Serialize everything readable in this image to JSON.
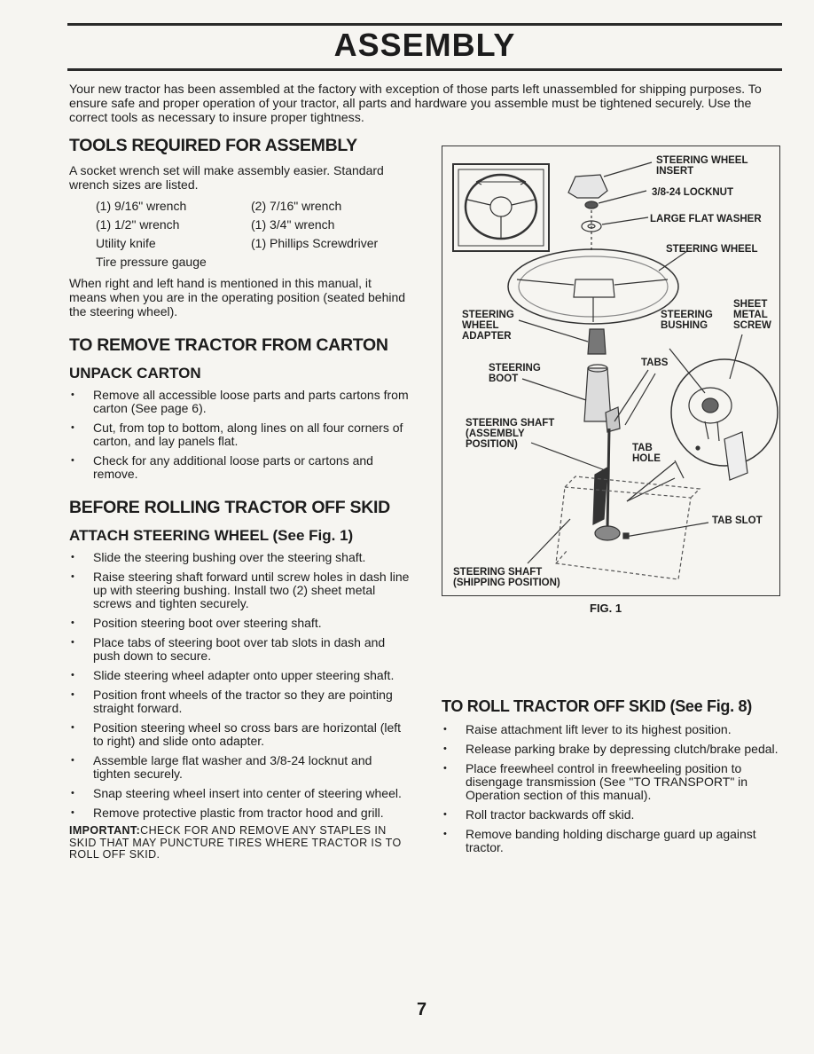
{
  "page_title": "ASSEMBLY",
  "intro": "Your new tractor has been assembled at the factory with exception of those parts left unassembled for shipping purposes. To ensure safe and proper operation of your tractor, all parts and hardware you assemble must be tightened securely. Use the correct tools as necessary to insure proper tightness.",
  "tools_section": {
    "heading": "TOOLS REQUIRED FOR ASSEMBLY",
    "intro": "A socket wrench set will make assembly easier. Standard wrench sizes are listed.",
    "items": [
      "(1) 9/16\" wrench",
      "(2) 7/16\" wrench",
      "(1) 1/2\" wrench",
      "(1) 3/4\" wrench",
      "Utility knife",
      "(1) Phillips Screwdriver",
      "Tire pressure gauge",
      ""
    ],
    "note": "When right and left hand is mentioned in this manual, it means when you are in the operating position (seated behind the steering wheel)."
  },
  "remove_section": {
    "heading": "TO REMOVE TRACTOR FROM CARTON",
    "subheading": "UNPACK CARTON",
    "bullets": [
      "Remove all accessible loose parts and parts cartons from carton (See page 6).",
      "Cut, from top to bottom, along lines on all four corners of carton, and lay panels flat.",
      "Check for any additional loose parts or cartons and remove."
    ]
  },
  "before_section": {
    "heading": "BEFORE ROLLING TRACTOR OFF SKID",
    "subheading": "ATTACH STEERING WHEEL (See Fig. 1)",
    "bullets": [
      "Slide the steering bushing over the steering shaft.",
      "Raise steering shaft forward until screw holes in dash line up with steering bushing. Install two (2) sheet metal screws and tighten securely.",
      "Position steering boot over steering shaft.",
      "Place tabs of steering boot over tab slots in dash and push down to secure.",
      "Slide steering wheel adapter onto upper steering shaft.",
      "Position front wheels of the tractor so they are pointing straight forward.",
      "Position steering wheel so cross bars are horizontal (left to right) and slide onto adapter.",
      "Assemble large flat washer and 3/8-24 locknut and tighten securely.",
      "Snap steering wheel insert into center of steering wheel.",
      "Remove protective plastic from tractor hood and grill."
    ],
    "important_label": "IMPORTANT:",
    "important_text": "CHECK FOR AND REMOVE ANY STAPLES IN SKID THAT MAY PUNCTURE TIRES WHERE TRACTOR IS TO ROLL OFF SKID."
  },
  "figure": {
    "caption": "FIG. 1",
    "labels": {
      "wheel_insert": "STEERING WHEEL\nINSERT",
      "locknut": "3/8-24 LOCKNUT",
      "washer": "LARGE FLAT WASHER",
      "steering_wheel": "STEERING WHEEL",
      "sheet_metal_screw": "SHEET\nMETAL\nSCREW",
      "bushing": "STEERING\nBUSHING",
      "wheel_adapter": "STEERING\nWHEEL\nADAPTER",
      "tabs": "TABS",
      "boot": "STEERING\nBOOT",
      "shaft_assembly": "STEERING SHAFT\n(ASSEMBLY\nPOSITION)",
      "tab_hole": "TAB\nHOLE",
      "tab_slot": "TAB SLOT",
      "shaft_shipping": "STEERING SHAFT\n(SHIPPING POSITION)"
    }
  },
  "roll_section": {
    "heading": "TO ROLL TRACTOR OFF SKID (See Fig. 8)",
    "bullets": [
      "Raise attachment lift lever to its highest position.",
      "Release parking brake by depressing clutch/brake pedal.",
      "Place freewheel control in freewheeling position to disengage transmission (See \"TO TRANSPORT\" in Operation section of this manual).",
      "Roll tractor backwards off skid.",
      "Remove banding holding discharge guard up against tractor."
    ]
  },
  "page_number": "7"
}
